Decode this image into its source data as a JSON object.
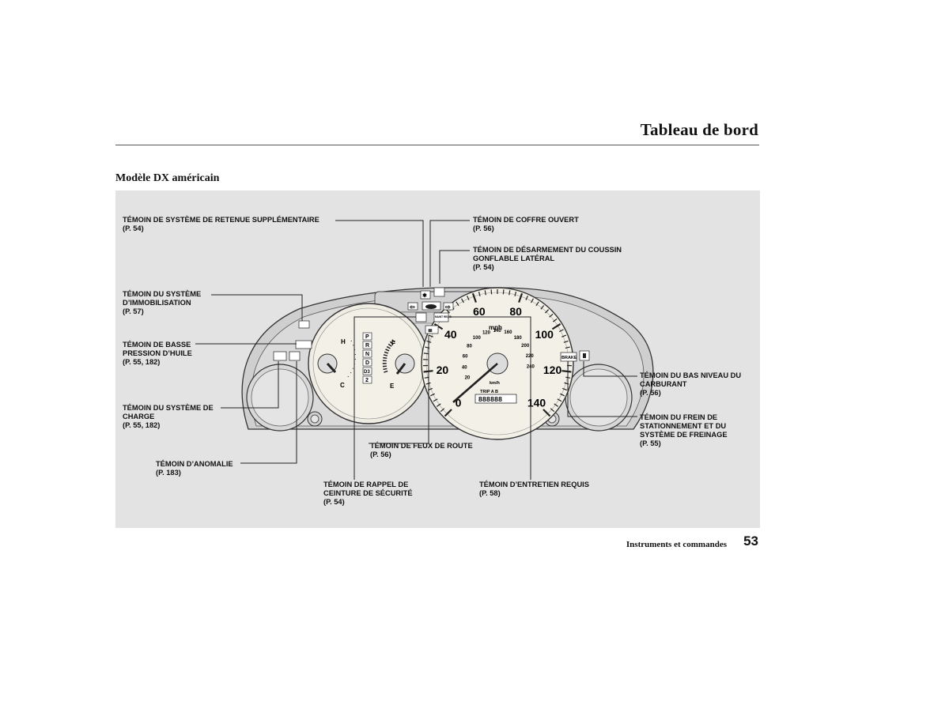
{
  "header": {
    "title": "Tableau de bord"
  },
  "figure": {
    "heading": "Modèle DX américain",
    "callouts": [
      {
        "label": "TÉMOIN DE SYSTÈME DE RETENUE SUPPLÉMENTAIRE",
        "ref": "(P. 54)"
      },
      {
        "label": "TÉMOIN DE COFFRE OUVERT",
        "ref": "(P. 56)"
      },
      {
        "label": "TÉMOIN DE DÉSARMEMENT DU COUSSIN GONFLABLE LATÉRAL",
        "ref": "(P. 54)"
      },
      {
        "label": "TÉMOIN DU SYSTÈME D’IMMOBILISATION",
        "ref": "(P. 57)"
      },
      {
        "label": "TÉMOIN DE BASSE PRESSION D’HUILE",
        "ref": "(P. 55, 182)"
      },
      {
        "label": "TÉMOIN DU SYSTÈME DE CHARGE",
        "ref": "(P. 55, 182)"
      },
      {
        "label": "TÉMOIN D’ANOMALIE",
        "ref": "(P. 183)"
      },
      {
        "label": "TÉMOIN DE FEUX DE ROUTE",
        "ref": "(P. 56)"
      },
      {
        "label": "TÉMOIN DE RAPPEL DE CEINTURE DE SÉCURITÉ",
        "ref": "(P. 54)"
      },
      {
        "label": "TÉMOIN D’ENTRETIEN REQUIS",
        "ref": "(P. 58)"
      },
      {
        "label": "TÉMOIN DU BAS NIVEAU DU CARBURANT",
        "ref": "(P. 56)"
      },
      {
        "label": "TÉMOIN DU FREIN DE STATIONNEMENT ET DU SYSTÈME DE FREINAGE",
        "ref": "(P. 55)"
      }
    ],
    "cluster": {
      "speed_mph": [
        "0",
        "20",
        "40",
        "60",
        "80",
        "100",
        "120",
        "140"
      ],
      "speed_kmh": [
        "20",
        "40",
        "60",
        "80",
        "100",
        "120",
        "140",
        "160",
        "180",
        "200",
        "220",
        "240"
      ],
      "mph_unit": "mph",
      "kmh_unit": "km/h",
      "odometer_label": "TRIP A B",
      "odometer_display": "888888",
      "gears": [
        "P",
        "R",
        "N",
        "D",
        "D3",
        "2"
      ],
      "temp_labels": {
        "hot": "H",
        "cold": "C"
      },
      "fuel_labels": {
        "full": "F",
        "empty": "E"
      },
      "brake_text": "BRAKE",
      "maint_text": "MAINT REQ'D"
    }
  },
  "footer": {
    "section": "Instruments et commandes",
    "page_number": "53"
  }
}
